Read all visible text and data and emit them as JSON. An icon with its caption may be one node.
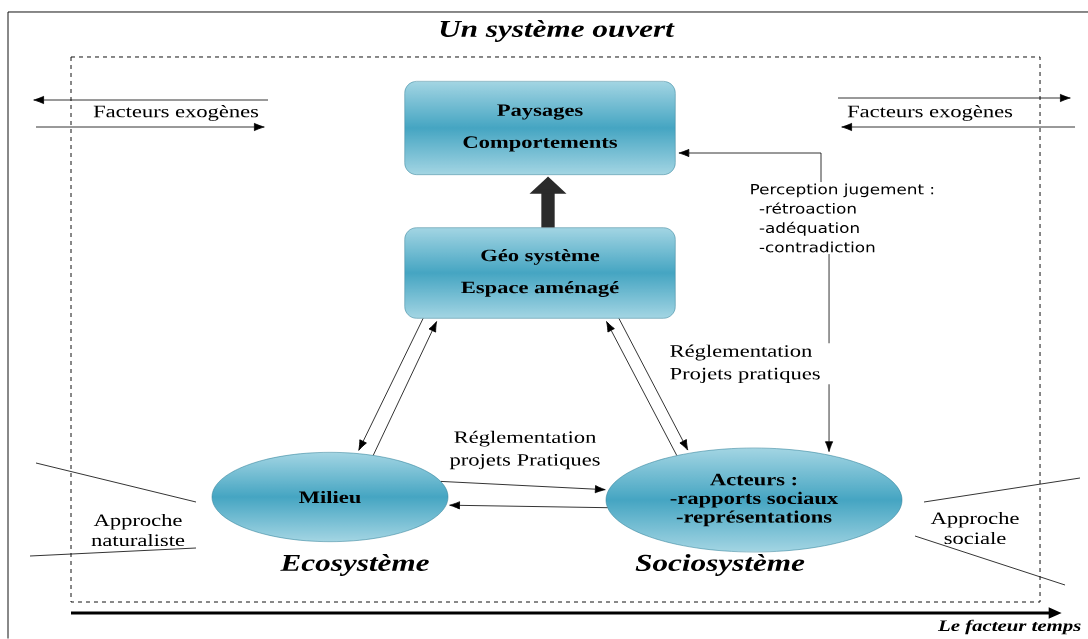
{
  "diagram": {
    "title": "Un système ouvert",
    "nodes": [
      {
        "text": [
          "Paysages",
          "Comportements"
        ]
      },
      {
        "text": [
          "Géo système",
          "Espace aménagé"
        ]
      },
      {
        "text": [
          "Milieu"
        ],
        "beside": [
          "Ecosystème"
        ]
      },
      {
        "text": [
          "Acteurs :",
          "-rapports sociaux",
          "-représentations"
        ],
        "beside": [
          "Sociosystème"
        ]
      },
      {
        "text": [
          "Perception jugement :",
          "-rétroaction",
          "-adéquation",
          "-contradiction"
        ]
      }
    ],
    "edges": [
      {
        "from": 1,
        "to": 0,
        "arrow": "to",
        "style": "thick",
        "color": "#2b2b2b"
      },
      {
        "from": 4,
        "to": 0,
        "arrow": "to"
      },
      {
        "from": 4,
        "to": 3,
        "arrow": "to"
      },
      {
        "from": 1,
        "to": 2,
        "arrow": "to"
      },
      {
        "from": 2,
        "to": 1,
        "arrow": "to"
      },
      {
        "from": 1,
        "to": 3,
        "arrow": "to",
        "label": "Réglementation Projets pratiques"
      },
      {
        "from": 3,
        "to": 1,
        "arrow": "to"
      },
      {
        "from": 2,
        "to": 3,
        "arrow": "to",
        "label": "Réglementation projets Pratiques"
      },
      {
        "from": 3,
        "to": 2,
        "arrow": "to"
      }
    ],
    "labels": [
      "Facteurs exogènes",
      "Facteurs exogènes",
      "Approche naturaliste",
      "Approche sociale",
      "Le facteur temps"
    ]
  }
}
